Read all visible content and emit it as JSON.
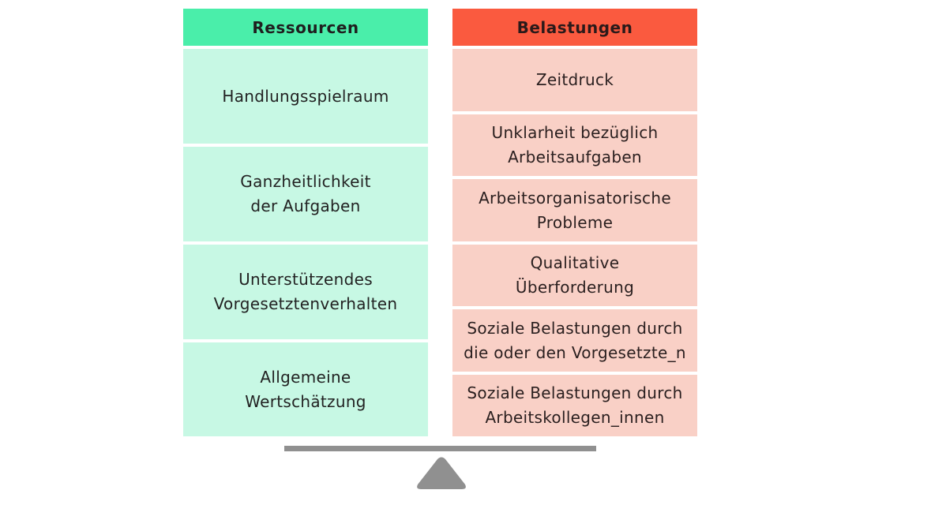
{
  "resources": {
    "title": "Ressourcen",
    "color": "#4aeeaa",
    "cell_color": "#c7f8e4",
    "items": [
      {
        "line1": "Handlungsspielraum",
        "line2": ""
      },
      {
        "line1": "Ganzheitlichkeit",
        "line2": "der Aufgaben"
      },
      {
        "line1": "Unterstützendes",
        "line2": "Vorgesetztenverhalten"
      },
      {
        "line1": "Allgemeine",
        "line2": "Wertschätzung"
      }
    ]
  },
  "burdens": {
    "title": "Belastungen",
    "color": "#fa5a3f",
    "cell_color": "#f9d0c6",
    "items": [
      {
        "line1": "Zeitdruck",
        "line2": ""
      },
      {
        "line1": "Unklarheit bezüglich",
        "line2": "Arbeitsaufgaben"
      },
      {
        "line1": "Arbeitsorganisatorische",
        "line2": "Probleme"
      },
      {
        "line1": "Qualitative",
        "line2": "Überforderung"
      },
      {
        "line1": "Soziale Belastungen durch",
        "line2": "die oder den Vorgesetzte_n"
      },
      {
        "line1": "Soziale Belastungen durch",
        "line2": "Arbeitskollegen_innen"
      }
    ]
  },
  "scale": {
    "beam_color": "#909090",
    "fulcrum_color": "#909090"
  }
}
